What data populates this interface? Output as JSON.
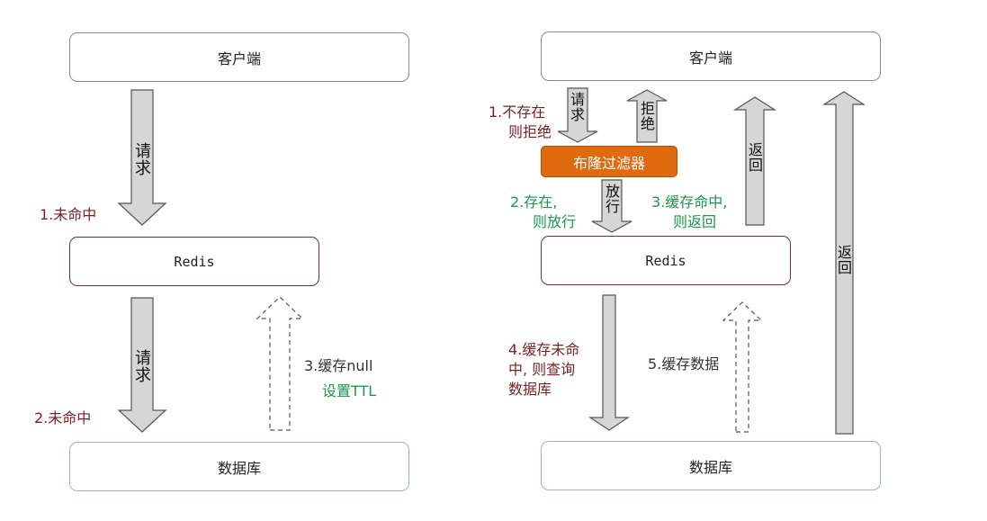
{
  "left": {
    "client": "客户端",
    "redis": "Redis",
    "db": "数据库",
    "arrow_req1": "请求",
    "arrow_req2": "请求",
    "miss1": "1.未命中",
    "miss2": "2.未命中",
    "cache_null": "3.缓存null",
    "set_ttl": "设置TTL"
  },
  "right": {
    "client": "客户端",
    "bloom": "布隆过滤器",
    "redis": "Redis",
    "db": "数据库",
    "arrow_req": "请求",
    "arrow_reject": "拒绝",
    "arrow_pass": "放行",
    "arrow_return1": "返回",
    "arrow_return2": "返回",
    "not_exist_line1": "1.不存在",
    "not_exist_line2": "则拒绝",
    "exist_line1": "2.存在,",
    "exist_line2": "则放行",
    "hit_line1": "3.缓存命中,",
    "hit_line2": "则返回",
    "miss_line1": "4.缓存未命",
    "miss_line2": "中, 则查询",
    "miss_line3": "数据库",
    "cache_data": "5.缓存数据"
  },
  "colors": {
    "bloom_fill": "#e06a10",
    "label_red": "#7a1f24",
    "label_green": "#1a9a4a",
    "arrow_fill": "#d6d6d6",
    "redis_border": "#7a2a3a",
    "db_border": "#9fb4cc"
  }
}
